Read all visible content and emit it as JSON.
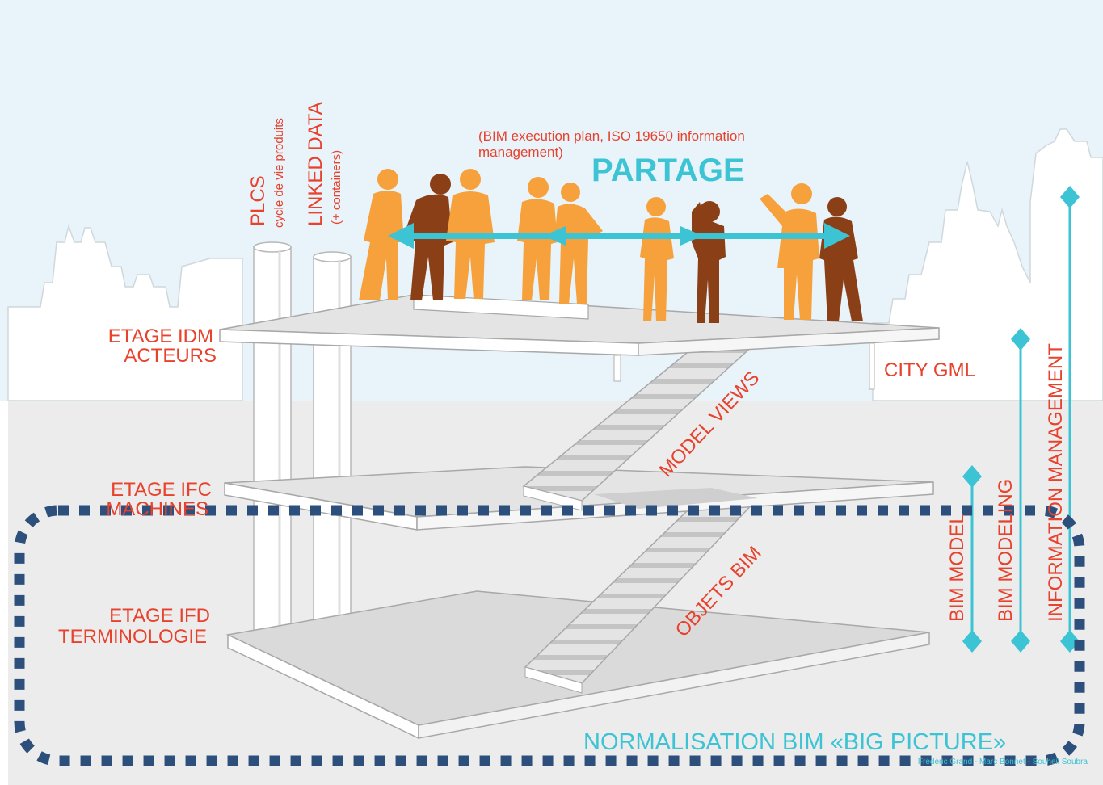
{
  "labels": {
    "plcs": "PLCS",
    "plcs_sub": "cycle de vie produits",
    "linked_data": "LINKED DATA",
    "linked_data_sub": "(+ containers)",
    "bim_exec_line1": "(BIM execution plan, ISO 19650 information",
    "bim_exec_line2": "management)",
    "partage": "PARTAGE",
    "etage_idm": "ETAGE IDM",
    "acteurs": "ACTEURS",
    "city_gml": "CITY GML",
    "model_views": "MODEL VIEWS",
    "etage_ifc": "ETAGE IFC",
    "machines": "MACHINES",
    "objets_bim": "OBJETS BIM",
    "etage_ifd": "ETAGE IFD",
    "terminologie": "TERMINOLOGIE",
    "bim_model": "BIM MODEL",
    "bim_modeling": "BIM MODELING",
    "information_management": "INFORMATION MANAGEMENT",
    "normalisation": "NORMALISATION BIM «BIG PICTURE»",
    "credit": "Frédéric Grand - Marc Bonnet - Souheil Soubra"
  },
  "colors": {
    "label_red": "#e8412c",
    "accent_cyan": "#3cc4d4",
    "dash_blue": "#2d4f7c",
    "person_orange": "#f6a13c",
    "person_brown": "#8b3f16",
    "sky": "#e8f3fa",
    "ground": "#ececec"
  }
}
